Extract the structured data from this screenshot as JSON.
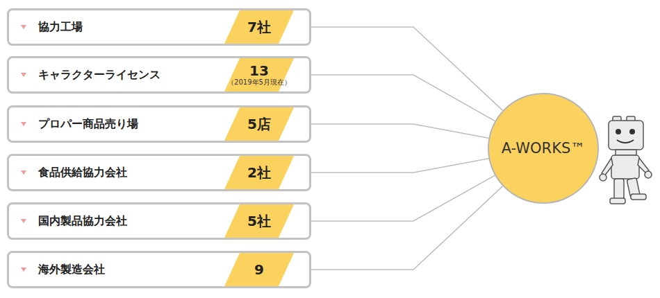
{
  "diagram": {
    "nodes": [
      {
        "text": [
          "協力工場"
        ]
      },
      {
        "text": [
          "7社"
        ],
        "in": 0
      },
      {
        "text": [
          "キャラクターライセンス"
        ]
      },
      {
        "text": [
          "13",
          "（2019年5月現在）"
        ],
        "in": 2
      },
      {
        "text": [
          "プロパー商品売り場"
        ]
      },
      {
        "text": [
          "5店"
        ],
        "in": 4
      },
      {
        "text": [
          "食品供給協力会社"
        ]
      },
      {
        "text": [
          "2社"
        ],
        "in": 6
      },
      {
        "text": [
          "国内製品協力会社"
        ]
      },
      {
        "text": [
          "5社"
        ],
        "in": 8
      },
      {
        "text": [
          "海外製造会社"
        ]
      },
      {
        "text": [
          "9"
        ],
        "in": 10
      },
      {
        "text": [
          "A-WORKS™"
        ]
      }
    ],
    "edges": [
      {
        "from": 0,
        "to": 12,
        "arrow": "none"
      },
      {
        "from": 2,
        "to": 12,
        "arrow": "none"
      },
      {
        "from": 4,
        "to": 12,
        "arrow": "none"
      },
      {
        "from": 6,
        "to": 12,
        "arrow": "none"
      },
      {
        "from": 8,
        "to": 12,
        "arrow": "none"
      },
      {
        "from": 10,
        "to": 12,
        "arrow": "none"
      }
    ]
  }
}
